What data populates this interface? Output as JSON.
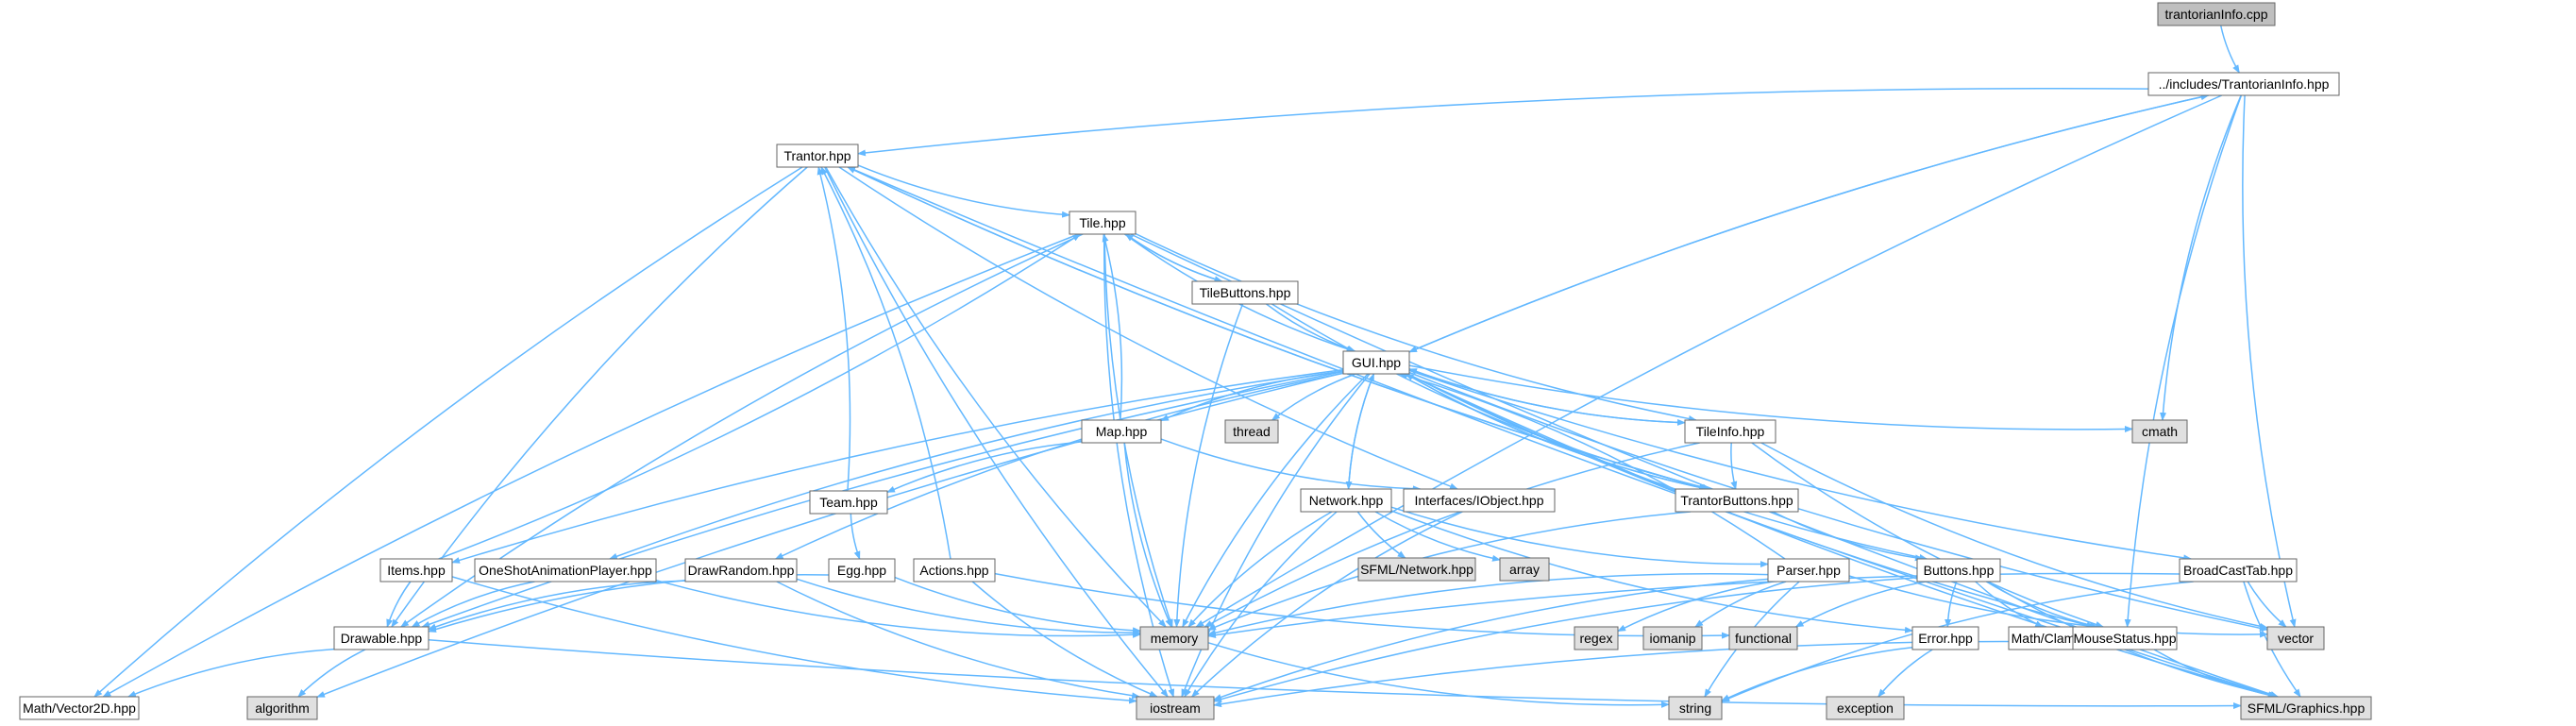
{
  "colors": {
    "edge": "#63b8ff",
    "node_border": "#666666",
    "root_fill": "#bfbfbf",
    "header_fill": "#ffffff",
    "system_fill": "#e0e0e0"
  },
  "nodes": [
    {
      "id": "root",
      "label": "trantorianInfo.cpp",
      "kind": "root"
    },
    {
      "id": "trantorianinfo",
      "label": "../includes/TrantorianInfo.hpp",
      "kind": "header"
    },
    {
      "id": "trantor",
      "label": "Trantor.hpp",
      "kind": "header"
    },
    {
      "id": "tile",
      "label": "Tile.hpp",
      "kind": "header"
    },
    {
      "id": "tilebuttons",
      "label": "TileButtons.hpp",
      "kind": "header"
    },
    {
      "id": "gui",
      "label": "GUI.hpp",
      "kind": "header"
    },
    {
      "id": "thread",
      "label": "thread",
      "kind": "system"
    },
    {
      "id": "cmath",
      "label": "cmath",
      "kind": "system"
    },
    {
      "id": "map",
      "label": "Map.hpp",
      "kind": "header"
    },
    {
      "id": "tileinfo",
      "label": "TileInfo.hpp",
      "kind": "header"
    },
    {
      "id": "team",
      "label": "Team.hpp",
      "kind": "header"
    },
    {
      "id": "network",
      "label": "Network.hpp",
      "kind": "header"
    },
    {
      "id": "iobject",
      "label": "Interfaces/IObject.hpp",
      "kind": "header"
    },
    {
      "id": "trantorbuttons",
      "label": "TrantorButtons.hpp",
      "kind": "header"
    },
    {
      "id": "sfmlnetwork",
      "label": "SFML/Network.hpp",
      "kind": "system"
    },
    {
      "id": "array",
      "label": "array",
      "kind": "system"
    },
    {
      "id": "items",
      "label": "Items.hpp",
      "kind": "header"
    },
    {
      "id": "oneshot",
      "label": "OneShotAnimationPlayer.hpp",
      "kind": "header"
    },
    {
      "id": "drawrandom",
      "label": "DrawRandom.hpp",
      "kind": "header"
    },
    {
      "id": "egg",
      "label": "Egg.hpp",
      "kind": "header"
    },
    {
      "id": "actions",
      "label": "Actions.hpp",
      "kind": "header"
    },
    {
      "id": "parser",
      "label": "Parser.hpp",
      "kind": "header"
    },
    {
      "id": "buttons",
      "label": "Buttons.hpp",
      "kind": "header"
    },
    {
      "id": "broadcasttab",
      "label": "BroadCastTab.hpp",
      "kind": "header"
    },
    {
      "id": "drawable",
      "label": "Drawable.hpp",
      "kind": "header"
    },
    {
      "id": "memory",
      "label": "memory",
      "kind": "system"
    },
    {
      "id": "regex",
      "label": "regex",
      "kind": "system"
    },
    {
      "id": "iomanip",
      "label": "iomanip",
      "kind": "system"
    },
    {
      "id": "functional",
      "label": "functional",
      "kind": "system"
    },
    {
      "id": "error",
      "label": "Error.hpp",
      "kind": "header"
    },
    {
      "id": "mathclamp",
      "label": "Math/Clamp.hpp",
      "kind": "header"
    },
    {
      "id": "mousestatus",
      "label": "MouseStatus.hpp",
      "kind": "header"
    },
    {
      "id": "vector",
      "label": "vector",
      "kind": "system"
    },
    {
      "id": "vector2d",
      "label": "Math/Vector2D.hpp",
      "kind": "header"
    },
    {
      "id": "algorithm",
      "label": "algorithm",
      "kind": "system"
    },
    {
      "id": "iostream",
      "label": "iostream",
      "kind": "system"
    },
    {
      "id": "string",
      "label": "string",
      "kind": "system"
    },
    {
      "id": "exception",
      "label": "exception",
      "kind": "system"
    },
    {
      "id": "sfmlgraphics",
      "label": "SFML/Graphics.hpp",
      "kind": "system"
    }
  ],
  "edges": [
    [
      "root",
      "trantorianinfo"
    ],
    [
      "trantorianinfo",
      "trantor"
    ],
    [
      "trantorianinfo",
      "gui"
    ],
    [
      "trantorianinfo",
      "cmath"
    ],
    [
      "trantorianinfo",
      "memory"
    ],
    [
      "trantorianinfo",
      "mousestatus"
    ],
    [
      "trantorianinfo",
      "vector"
    ],
    [
      "trantor",
      "tile"
    ],
    [
      "trantor",
      "drawable"
    ],
    [
      "trantor",
      "vector2d"
    ],
    [
      "trantor",
      "iostream"
    ],
    [
      "trantor",
      "memory"
    ],
    [
      "trantor",
      "sfmlgraphics"
    ],
    [
      "trantor",
      "iobject"
    ],
    [
      "trantor",
      "trantorbuttons"
    ],
    [
      "tile",
      "tilebuttons"
    ],
    [
      "tile",
      "gui"
    ],
    [
      "tile",
      "memory"
    ],
    [
      "tile",
      "drawable"
    ],
    [
      "tile",
      "vector2d"
    ],
    [
      "tile",
      "iostream"
    ],
    [
      "tile",
      "sfmlgraphics"
    ],
    [
      "tile",
      "tileinfo"
    ],
    [
      "tilebuttons",
      "tile"
    ],
    [
      "tilebuttons",
      "gui"
    ],
    [
      "tilebuttons",
      "memory"
    ],
    [
      "tilebuttons",
      "trantorbuttons"
    ],
    [
      "gui",
      "trantorianinfo"
    ],
    [
      "gui",
      "map"
    ],
    [
      "gui",
      "thread"
    ],
    [
      "gui",
      "tileinfo"
    ],
    [
      "gui",
      "network"
    ],
    [
      "gui",
      "trantorbuttons"
    ],
    [
      "gui",
      "cmath"
    ],
    [
      "gui",
      "broadcasttab"
    ],
    [
      "gui",
      "vector"
    ],
    [
      "gui",
      "sfmlgraphics"
    ],
    [
      "gui",
      "buttons"
    ],
    [
      "gui",
      "mousestatus"
    ],
    [
      "gui",
      "items"
    ],
    [
      "gui",
      "oneshot"
    ],
    [
      "gui",
      "drawrandom"
    ],
    [
      "gui",
      "drawable"
    ],
    [
      "gui",
      "algorithm"
    ],
    [
      "gui",
      "iostream"
    ],
    [
      "gui",
      "memory"
    ],
    [
      "map",
      "tile"
    ],
    [
      "map",
      "team"
    ],
    [
      "map",
      "iobject"
    ],
    [
      "map",
      "memory"
    ],
    [
      "tileinfo",
      "gui"
    ],
    [
      "tileinfo",
      "trantorbuttons"
    ],
    [
      "tileinfo",
      "memory"
    ],
    [
      "tileinfo",
      "mousestatus"
    ],
    [
      "tileinfo",
      "vector"
    ],
    [
      "trantorbuttons",
      "gui"
    ],
    [
      "trantorbuttons",
      "trantor"
    ],
    [
      "trantorbuttons",
      "buttons"
    ],
    [
      "trantorbuttons",
      "memory"
    ],
    [
      "team",
      "trantor"
    ],
    [
      "team",
      "egg"
    ],
    [
      "network",
      "gui"
    ],
    [
      "network",
      "sfmlnetwork"
    ],
    [
      "network",
      "array"
    ],
    [
      "network",
      "parser"
    ],
    [
      "network",
      "memory"
    ],
    [
      "network",
      "iostream"
    ],
    [
      "network",
      "error"
    ],
    [
      "parser",
      "gui"
    ],
    [
      "parser",
      "memory"
    ],
    [
      "parser",
      "regex"
    ],
    [
      "parser",
      "iomanip"
    ],
    [
      "parser",
      "string"
    ],
    [
      "parser",
      "iostream"
    ],
    [
      "parser",
      "vector"
    ],
    [
      "buttons",
      "functional"
    ],
    [
      "buttons",
      "error"
    ],
    [
      "buttons",
      "mathclamp"
    ],
    [
      "buttons",
      "mousestatus"
    ],
    [
      "buttons",
      "sfmlgraphics"
    ],
    [
      "buttons",
      "iostream"
    ],
    [
      "broadcasttab",
      "memory"
    ],
    [
      "broadcasttab",
      "vector"
    ],
    [
      "broadcasttab",
      "sfmlgraphics"
    ],
    [
      "broadcasttab",
      "string"
    ],
    [
      "error",
      "string"
    ],
    [
      "error",
      "exception"
    ],
    [
      "mousestatus",
      "sfmlgraphics"
    ],
    [
      "mousestatus",
      "iostream"
    ],
    [
      "items",
      "tile"
    ],
    [
      "items",
      "drawable"
    ],
    [
      "items",
      "iostream"
    ],
    [
      "oneshot",
      "drawable"
    ],
    [
      "oneshot",
      "memory"
    ],
    [
      "drawrandom",
      "drawable"
    ],
    [
      "drawrandom",
      "memory"
    ],
    [
      "drawrandom",
      "iostream"
    ],
    [
      "egg",
      "drawable"
    ],
    [
      "egg",
      "memory"
    ],
    [
      "actions",
      "trantor"
    ],
    [
      "actions",
      "iostream"
    ],
    [
      "actions",
      "functional"
    ],
    [
      "drawable",
      "vector2d"
    ],
    [
      "drawable",
      "algorithm"
    ],
    [
      "drawable",
      "sfmlgraphics"
    ],
    [
      "iobject",
      "iostream"
    ],
    [
      "memory",
      "string"
    ]
  ]
}
